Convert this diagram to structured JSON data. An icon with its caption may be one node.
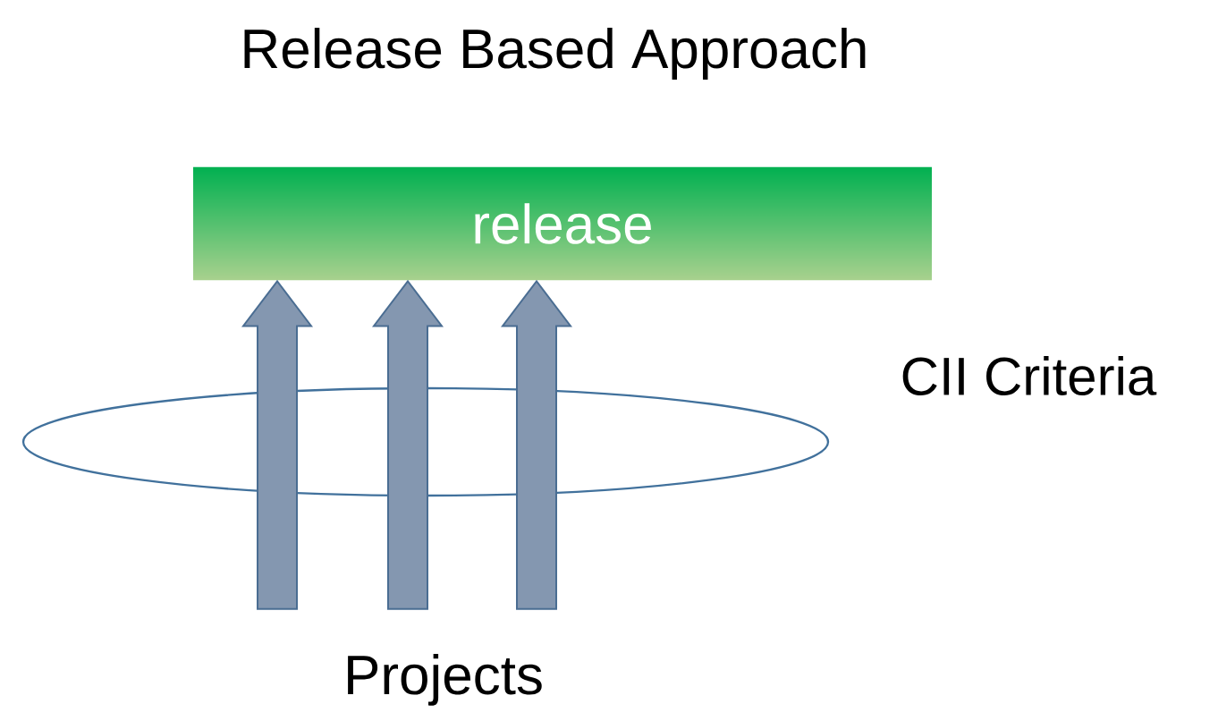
{
  "diagram": {
    "title": "Release Based Approach",
    "nodes": [
      {
        "text": [
          "release"
        ]
      },
      {
        "text": [
          "Projects"
        ]
      },
      {
        "text": [],
        "shape": "ellipse",
        "beside": [
          "CII Criteria"
        ]
      }
    ],
    "edges": [
      {
        "from": 1,
        "to": 0,
        "arrow": "to"
      },
      {
        "from": 1,
        "to": 0,
        "arrow": "to"
      },
      {
        "from": 1,
        "to": 0,
        "arrow": "to"
      }
    ]
  }
}
